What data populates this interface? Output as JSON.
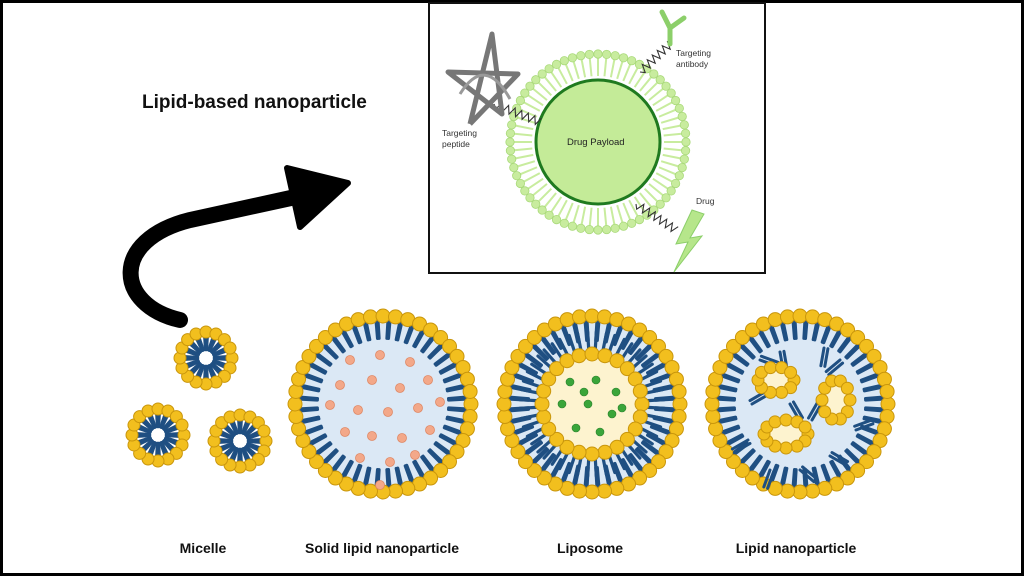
{
  "title": "Lipid-based nanoparticle",
  "inset": {
    "payload_label": "Drug Payload",
    "targeting_peptide": [
      "Targeting",
      "peptide"
    ],
    "targeting_antibody": [
      "Targeting",
      "antibody"
    ],
    "drug_label": "Drug"
  },
  "captions": {
    "micelle": "Micelle",
    "solid_lipid": "Solid lipid nanoparticle",
    "liposome": "Liposome",
    "lipid_nanoparticle": "Lipid nanoparticle"
  },
  "colors": {
    "head": "#f2bf1e",
    "head_stroke": "#c9960c",
    "tail": "#1f4f82",
    "core_blue": "#dbe8f5",
    "core_cream": "#fdf3cf",
    "drug_orange": "#f3a889",
    "drug_green": "#3aa53a",
    "inset_green": "#c4eb98",
    "inset_dark_green": "#1f7a1f",
    "inset_lipid": "#c8ec9e"
  },
  "icons": {
    "arrow": "curved-arrow-icon"
  }
}
